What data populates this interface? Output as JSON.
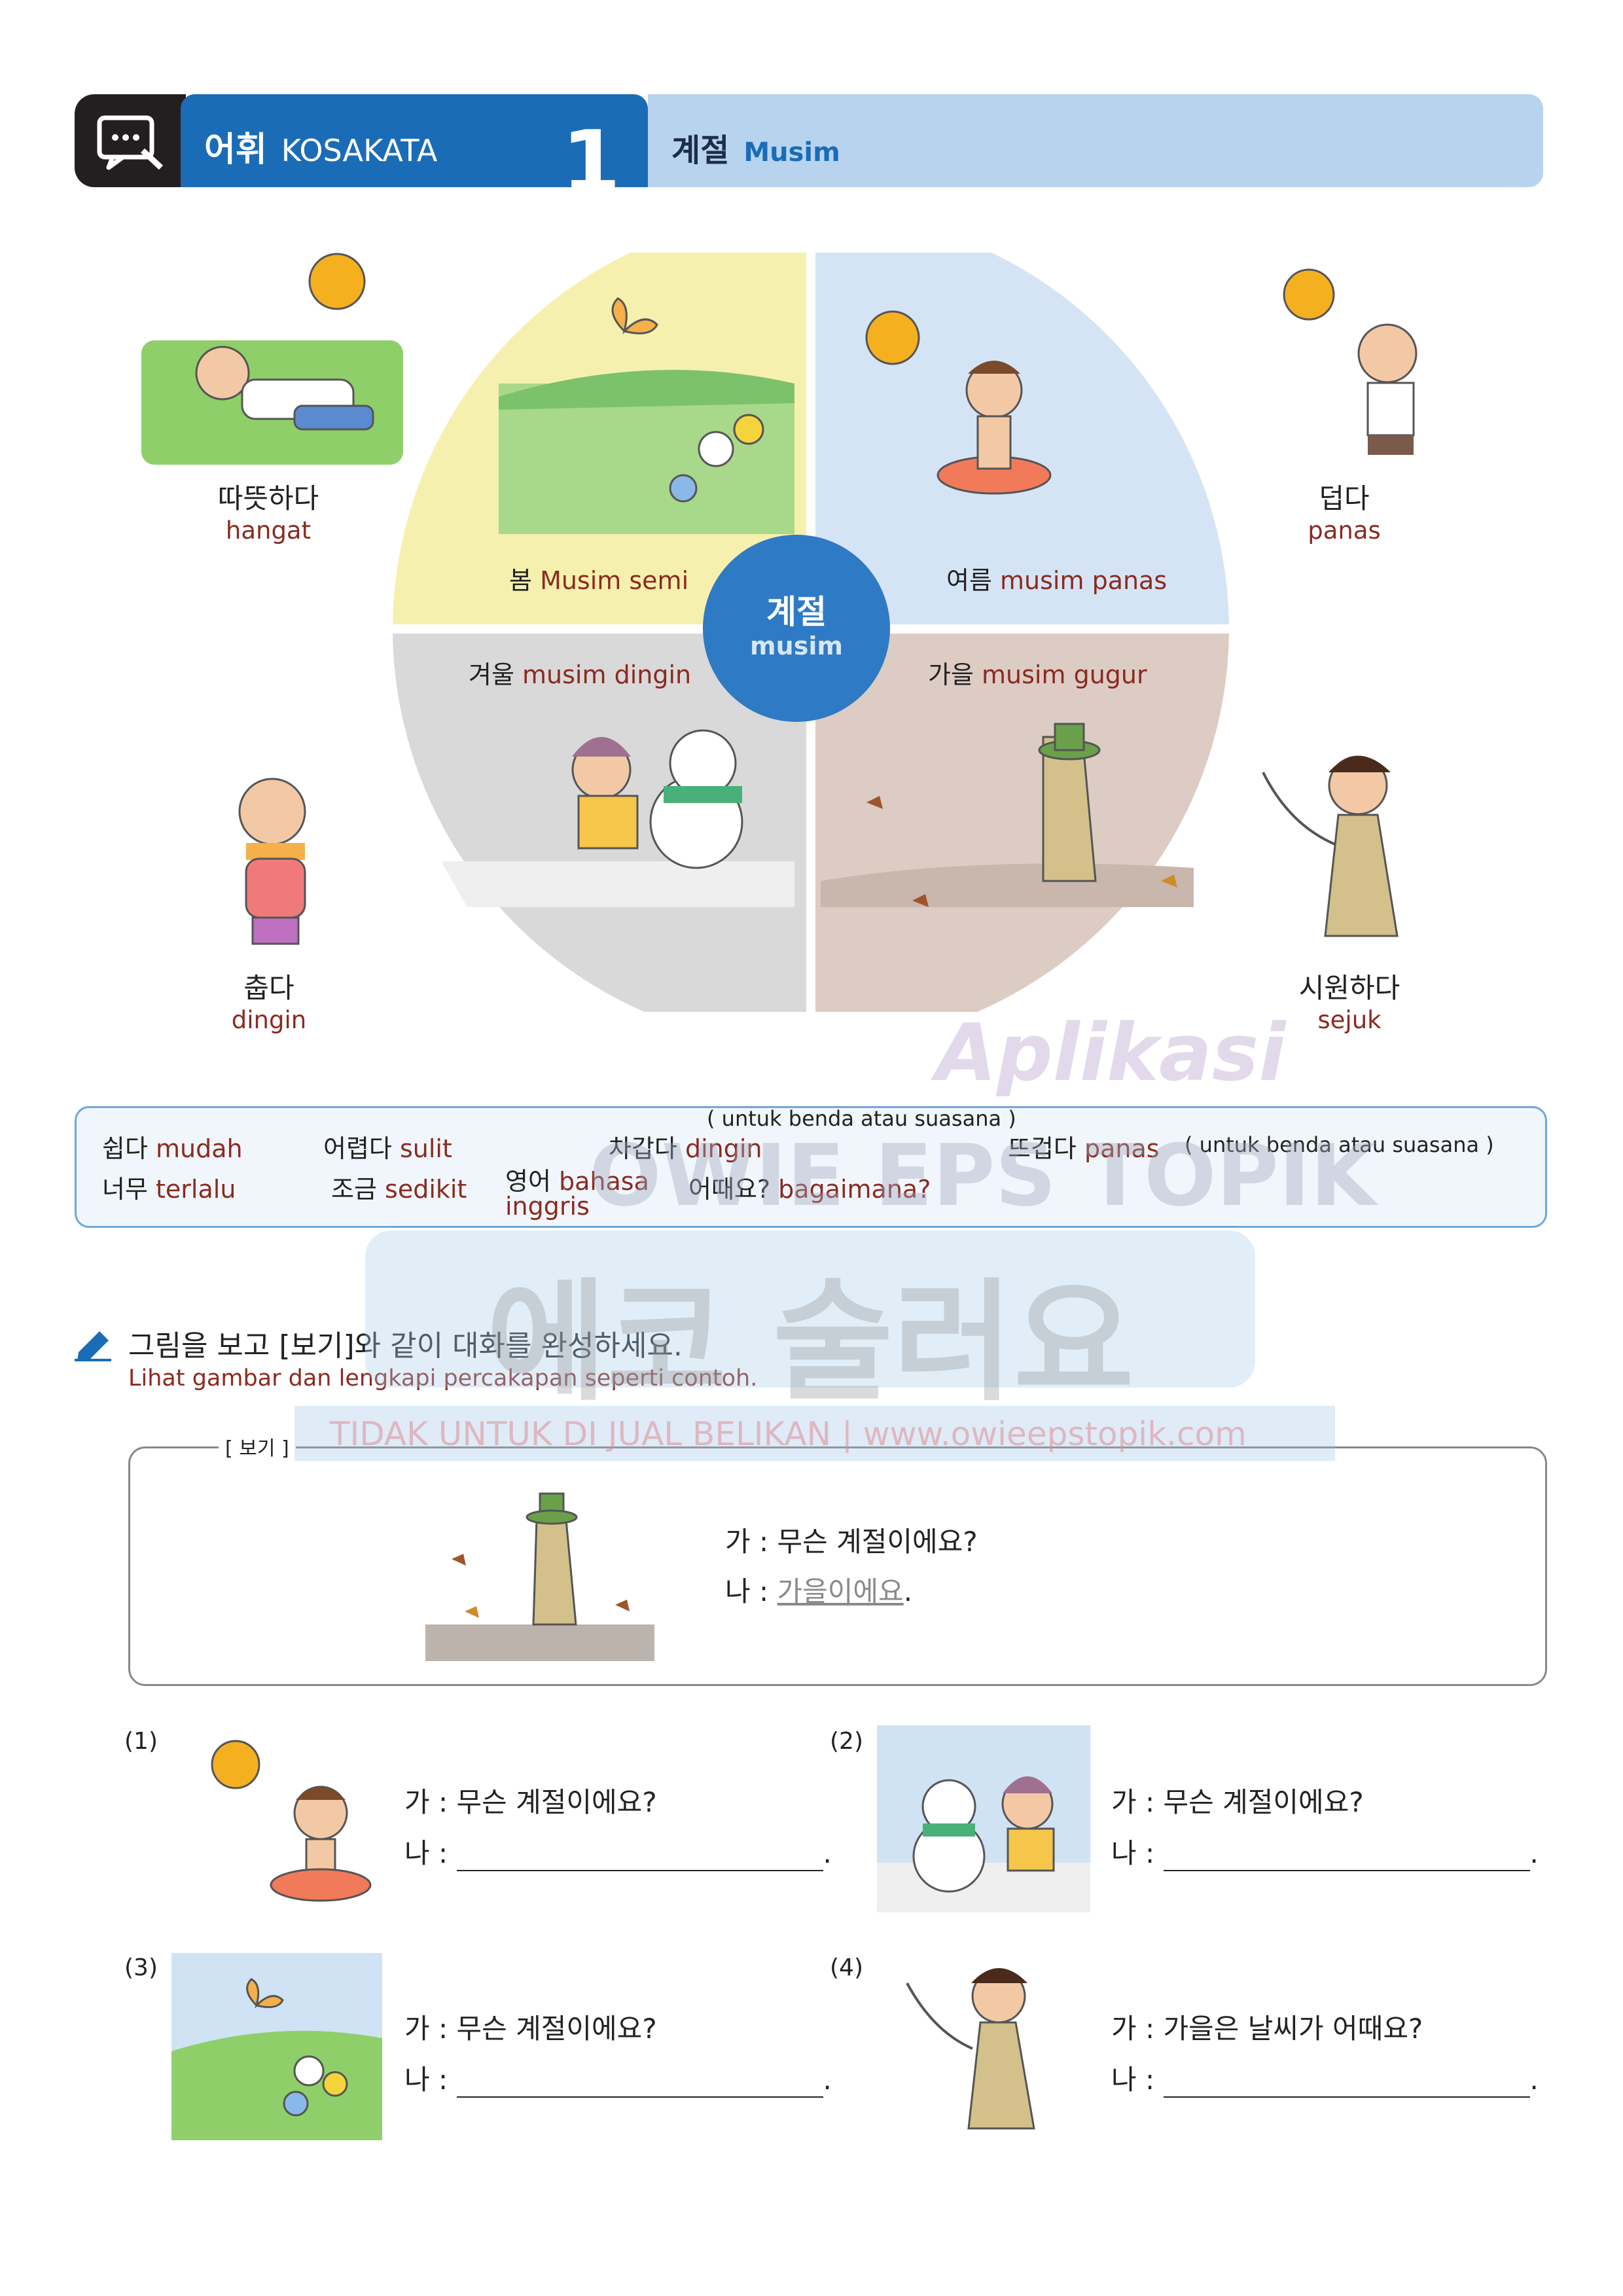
{
  "header": {
    "section_kr": "어휘",
    "section_id": "KOSAKATA",
    "number": "1",
    "topic_kr": "계절",
    "topic_id": "Musim"
  },
  "wheel": {
    "center_kr": "계절",
    "center_id": "musim",
    "spring": {
      "kr": "봄",
      "id": "Musim semi"
    },
    "summer": {
      "kr": "여름",
      "id": "musim panas"
    },
    "autumn": {
      "kr": "가을",
      "id": "musim gugur"
    },
    "winter": {
      "kr": "겨울",
      "id": "musim dingin"
    }
  },
  "weather_words": [
    {
      "kr": "따뜻하다",
      "id": "hangat"
    },
    {
      "kr": "덥다",
      "id": "panas"
    },
    {
      "kr": "춥다",
      "id": "dingin"
    },
    {
      "kr": "시원하다",
      "id": "sejuk"
    }
  ],
  "vocab": {
    "row1": [
      {
        "kr": "쉽다",
        "id": "mudah"
      },
      {
        "kr": "어렵다",
        "id": "sulit"
      },
      {
        "kr": "차갑다",
        "id": "dingin"
      },
      {
        "kr": "뜨겁다",
        "id": "panas"
      }
    ],
    "row2": [
      {
        "kr": "너무",
        "id": "terlalu"
      },
      {
        "kr": "조금",
        "id": "sedikit"
      },
      {
        "kr": "영어",
        "id": "bahasa inggris"
      },
      {
        "kr": "어때요?",
        "id": "bagaimana?"
      }
    ],
    "note_cold": "( untuk benda atau suasana )",
    "note_hot": "( untuk benda atau suasana )"
  },
  "instruction": {
    "kr": "그림을 보고 [보기]와 같이 대화를 완성하세요.",
    "id": "Lihat gambar dan lengkapi percakapan seperti contoh."
  },
  "example": {
    "title": "[ 보기 ]",
    "q": "가 : 무슨 계절이에요?",
    "a_prefix": "나 : ",
    "a_answer": "가을이에요",
    "a_suffix": "."
  },
  "questions": [
    {
      "num": "(1)",
      "q": "가 : 무슨 계절이에요?",
      "a": "나 :"
    },
    {
      "num": "(2)",
      "q": "가 : 무슨 계절이에요?",
      "a": "나 :"
    },
    {
      "num": "(3)",
      "q": "가 : 무슨 계절이에요?",
      "a": "나 :"
    },
    {
      "num": "(4)",
      "q": "가 : 가을은 날씨가 어때요?",
      "a": "나 :"
    }
  ],
  "watermark": {
    "brand": "Aplikasi",
    "brand2": "OWIE EPS TOPIK",
    "kr": "에코 술러요",
    "notice": "TIDAK UNTUK DI JUAL BELIKAN | www.owieepstopik.com"
  },
  "colors": {
    "blue": "#1b6cb6",
    "light_blue": "#b8d3ee",
    "spring": "#f6f0ae",
    "summer": "#d5e4f5",
    "autumn": "#dcccc4",
    "winter": "#d9d9d9",
    "maroon": "#8b2a20"
  }
}
